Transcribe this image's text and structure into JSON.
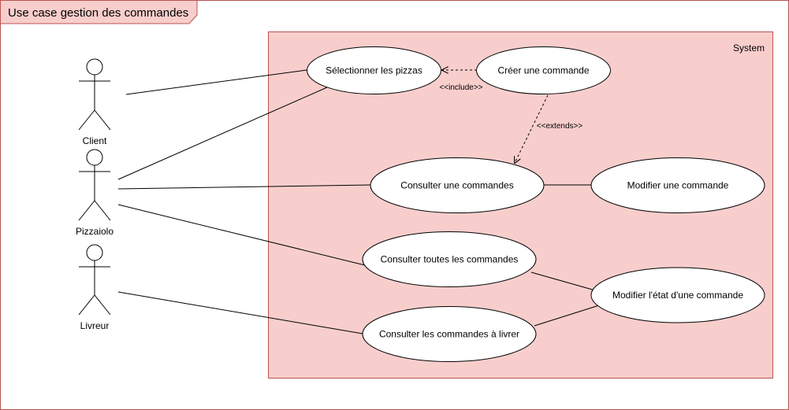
{
  "frame": {
    "title": "Use case gestion des commandes"
  },
  "system": {
    "label": "System"
  },
  "actors": {
    "client": "Client",
    "pizzaiolo": "Pizzaiolo",
    "livreur": "Livreur"
  },
  "use_cases": {
    "selectionner": "Sélectionner les pizzas",
    "creer": "Créer une commande",
    "consulter_une": "Consulter une commandes",
    "modifier_une": "Modifier une commande",
    "consulter_toutes": "Consulter toutes les commandes",
    "modifier_etat": "Modifier l'état d'une commande",
    "consulter_livrer": "Consulter les commandes à livrer"
  },
  "relations": {
    "include": "<<include>>",
    "extends": "<<extends>>"
  },
  "colors": {
    "frame_border": "#b85450",
    "frame_tab_fill": "#f8cecc",
    "system_fill": "#f8cecc",
    "system_border": "#b85450",
    "line": "#000000",
    "ellipse_fill": "#ffffff"
  }
}
